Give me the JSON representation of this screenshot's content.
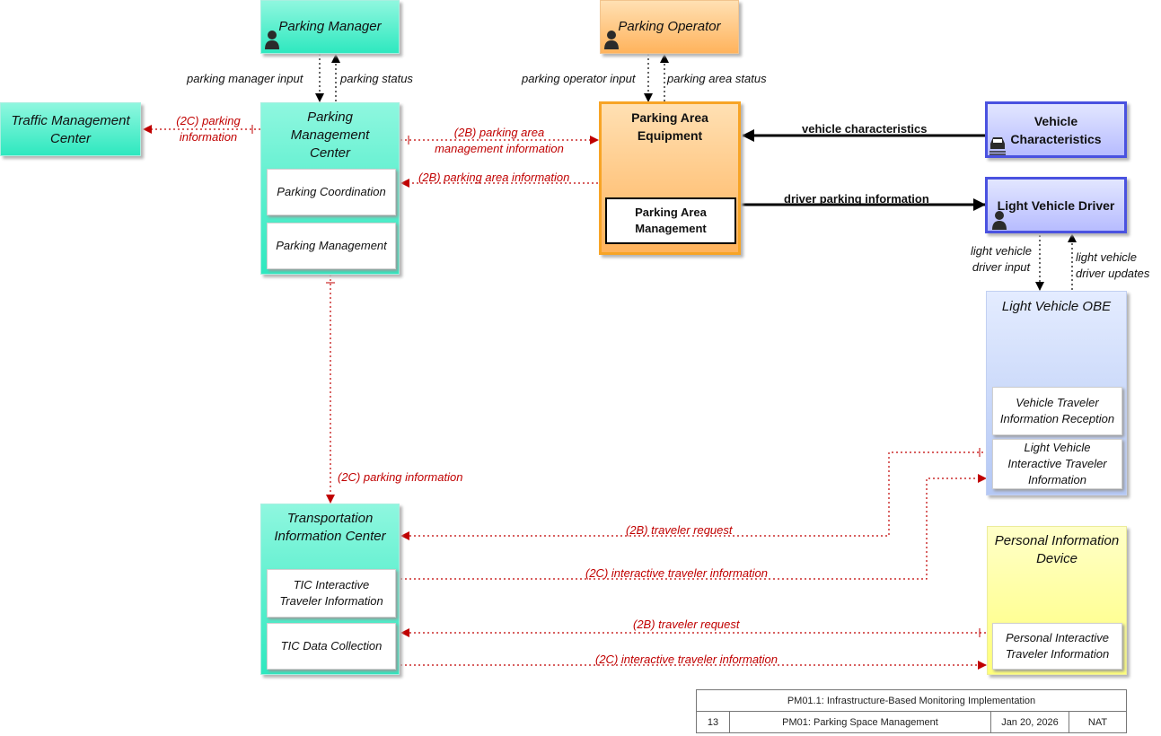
{
  "diagram": {
    "elements": {
      "parking_manager": "Parking Manager",
      "parking_operator": "Parking Operator",
      "traffic_management_center": "Traffic Management Center",
      "parking_management_center": "Parking Management Center",
      "parking_coordination": "Parking Coordination",
      "parking_management": "Parking Management",
      "parking_area_equipment": "Parking Area Equipment",
      "parking_area_management": "Parking Area Management",
      "vehicle_characteristics": "Vehicle Characteristics",
      "light_vehicle_driver": "Light Vehicle Driver",
      "light_vehicle_obe": "Light Vehicle OBE",
      "vehicle_traveler_information_reception": "Vehicle Traveler Information Reception",
      "light_vehicle_interactive_traveler_information": "Light Vehicle Interactive Traveler Information",
      "transportation_information_center": "Transportation Information Center",
      "tic_interactive_traveler_information": "TIC Interactive Traveler Information",
      "tic_data_collection": "TIC Data Collection",
      "personal_information_device": "Personal Information Device",
      "personal_interactive_traveler_information": "Personal Interactive Traveler Information"
    },
    "flows": {
      "parking_manager_input": "parking manager input",
      "parking_status": "parking status",
      "parking_operator_input": "parking operator input",
      "parking_area_status": "parking area status",
      "tmc_parking_information_1": "(2C) parking",
      "tmc_parking_information_2": "information",
      "parking_area_mgmt_info_1": "(2B) parking area",
      "parking_area_mgmt_info_2": "management information",
      "parking_area_information": "(2B) parking area information",
      "vehicle_characteristics": "vehicle characteristics",
      "driver_parking_information": "driver parking information",
      "light_vehicle_driver_input_1": "light vehicle",
      "light_vehicle_driver_input_2": "driver input",
      "light_vehicle_driver_updates_1": "light vehicle",
      "light_vehicle_driver_updates_2": "driver updates",
      "tic_parking_information": "(2C) parking information",
      "traveler_request_obe": "(2B) traveler request",
      "interactive_traveler_info_obe": "(2C) interactive traveler information",
      "traveler_request_pid": "(2B) traveler request",
      "interactive_traveler_info_pid": "(2C) interactive traveler information"
    },
    "colors": {
      "flow_red": "#c00000",
      "center_green": "#2ee8bf",
      "field_orange": "#ffb35c",
      "vehicle_blue": "#4a52e0",
      "personal_yellow": "#ffff7a"
    }
  },
  "title_block": {
    "title": "PM01.1: Infrastructure-Based Monitoring Implementation",
    "page": "13",
    "package": "PM01: Parking Space Management",
    "date": "Jan 20, 2026",
    "scope": "NAT"
  }
}
